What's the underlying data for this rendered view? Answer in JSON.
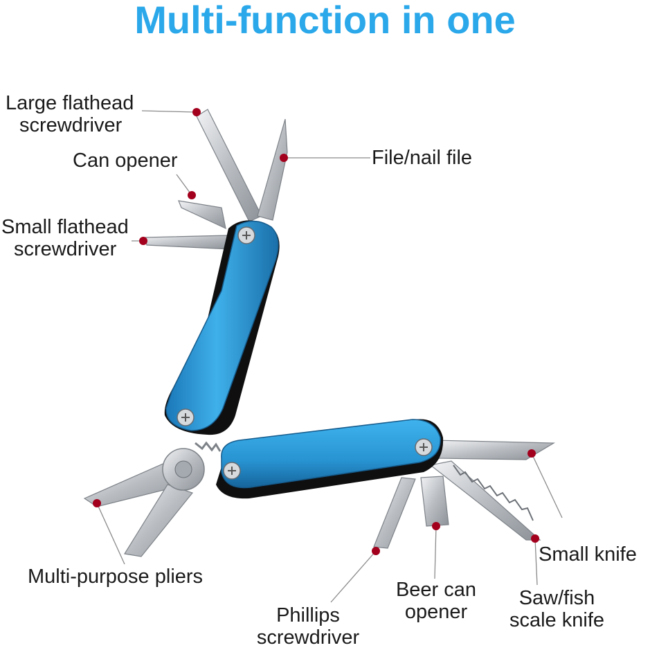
{
  "title": "Multi-function in one",
  "colors": {
    "title": "#2ba8ea",
    "handle": "#2e9fd9",
    "handle_dark": "#1b6fa8",
    "marker": "#a3001d",
    "steel": "#c9ccd0",
    "text": "#1a1a1a"
  },
  "labels": {
    "large_flathead": [
      "Large flathead",
      "screwdriver"
    ],
    "can_opener": [
      "Can opener"
    ],
    "small_flathead": [
      "Small flathead",
      "screwdriver"
    ],
    "file": [
      "File/nail file"
    ],
    "pliers": [
      "Multi-purpose pliers"
    ],
    "phillips": [
      "Phillips",
      "screwdriver"
    ],
    "beer_opener": [
      "Beer can",
      "opener"
    ],
    "small_knife": [
      "Small knife"
    ],
    "saw": [
      "Saw/fish",
      "scale knife"
    ]
  }
}
